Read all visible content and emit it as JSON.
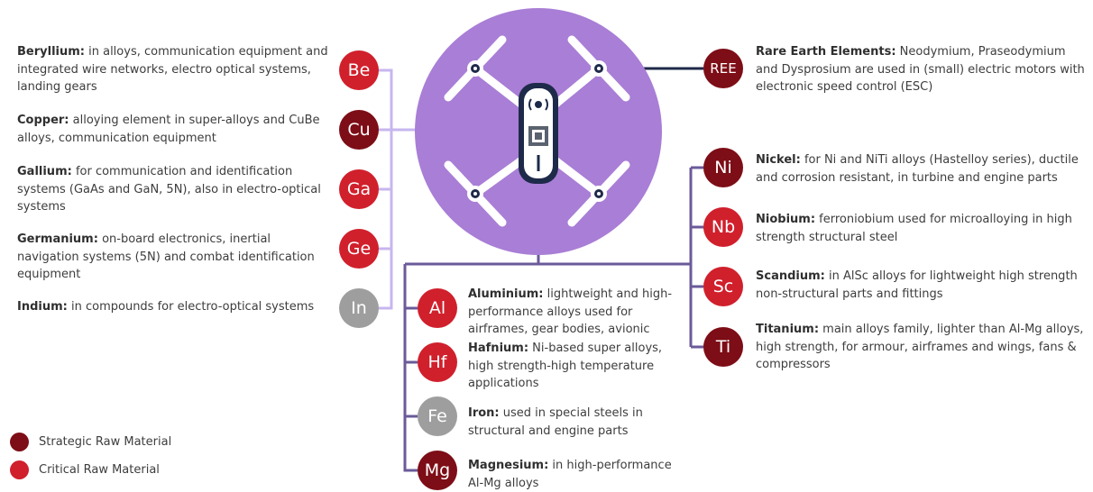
{
  "colors": {
    "strategic": "#7d0d16",
    "critical": "#d0202c",
    "other": "#9e9e9e",
    "drone_bg": "#a97ed6",
    "line_left": "#c7b6ef",
    "line_main": "#6a5a99",
    "line_ree": "#1e2a4a"
  },
  "elements": [
    {
      "symbol": "Be",
      "category": "critical",
      "name": "Beryllium:",
      "text": "in alloys, communication equipment and integrated wire networks, electro optical systems, landing gears"
    },
    {
      "symbol": "Cu",
      "category": "strategic",
      "name": "Copper:",
      "text": "alloying element in super-alloys and CuBe alloys, communication equipment"
    },
    {
      "symbol": "Ga",
      "category": "critical",
      "name": "Gallium:",
      "text": "for communication and identification systems (GaAs and GaN, 5N), also in electro-optical systems"
    },
    {
      "symbol": "Ge",
      "category": "critical",
      "name": "Germanium:",
      "text": "on-board electronics, inertial navigation systems (5N) and combat identification equipment"
    },
    {
      "symbol": "In",
      "category": "other",
      "name": "Indium:",
      "text": "in compounds for electro-optical systems"
    },
    {
      "symbol": "REE",
      "category": "strategic",
      "name": "Rare Earth Elements:",
      "text": "Neodymium, Praseodymium and Dysprosium are used in (small) electric motors with electronic speed control (ESC)"
    },
    {
      "symbol": "Ni",
      "category": "strategic",
      "name": "Nickel:",
      "text": "for Ni and NiTi alloys (Hastelloy series), ductile and corrosion resistant, in turbine and engine parts"
    },
    {
      "symbol": "Nb",
      "category": "critical",
      "name": "Niobium:",
      "text": "ferroniobium used for microalloying in high strength structural steel"
    },
    {
      "symbol": "Sc",
      "category": "critical",
      "name": "Scandium:",
      "text": "in AlSc alloys for lightweight high strength non-structural parts and fittings"
    },
    {
      "symbol": "Ti",
      "category": "strategic",
      "name": "Titanium:",
      "text": "main alloys family, lighter than Al-Mg alloys, high strength, for armour, airframes and wings, fans & compressors"
    },
    {
      "symbol": "Al",
      "category": "critical",
      "name": "Aluminium:",
      "text": "lightweight and high-performance alloys used for airframes, gear bodies, avionic"
    },
    {
      "symbol": "Hf",
      "category": "critical",
      "name": "Hafnium:",
      "text": "Ni-based super alloys, high strength-high temperature applications"
    },
    {
      "symbol": "Fe",
      "category": "other",
      "name": "Iron:",
      "text": "used in special steels in structural and engine parts"
    },
    {
      "symbol": "Mg",
      "category": "strategic",
      "name": "Magnesium:",
      "text": "in high-performance Al-Mg alloys"
    }
  ],
  "legend": [
    {
      "category": "strategic",
      "label": "Strategic Raw Material"
    },
    {
      "category": "critical",
      "label": "Critical Raw Material"
    }
  ]
}
